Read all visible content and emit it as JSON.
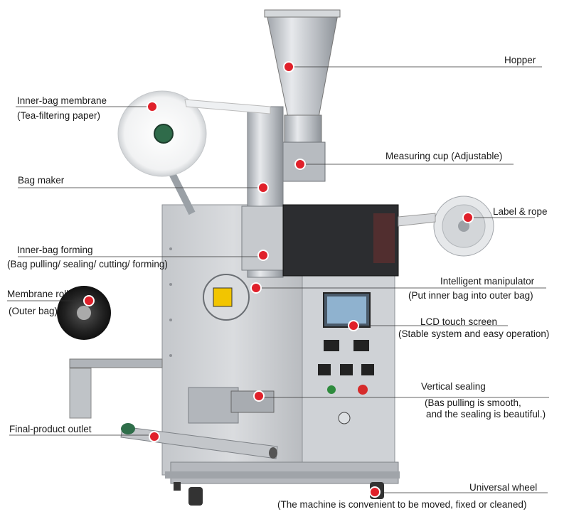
{
  "labels": {
    "hopper": "Hopper",
    "inner_bag_membrane": "Inner-bag membrane",
    "inner_bag_membrane_sub": "(Tea-filtering paper)",
    "measuring_cup": "Measuring cup (Adjustable)",
    "bag_maker": "Bag maker",
    "label_rope": "Label & rope",
    "inner_bag_forming": "Inner-bag forming",
    "inner_bag_forming_sub": "(Bag pulling/ sealing/ cutting/ forming)",
    "intelligent_manipulator": "Intelligent manipulator",
    "intelligent_manipulator_sub": "(Put inner bag into outer bag)",
    "membrane_roll": "Membrane roll",
    "membrane_roll_sub": "(Outer bag)",
    "lcd_touch_screen": "LCD touch screen",
    "lcd_touch_screen_sub": "(Stable system and easy operation)",
    "vertical_sealing": "Vertical sealing",
    "vertical_sealing_sub1": "(Bas pulling is smooth,",
    "vertical_sealing_sub2": "and the sealing is beautiful.)",
    "final_product_outlet": "Final-product outlet",
    "universal_wheel": "Universal wheel",
    "universal_wheel_sub": "(The machine is convenient to be moved, fixed or cleaned)"
  },
  "colors": {
    "marker": "#e0202a",
    "leader": "#333333",
    "steel": "#c9ccd0",
    "panel_dark": "#2a2b2e"
  }
}
